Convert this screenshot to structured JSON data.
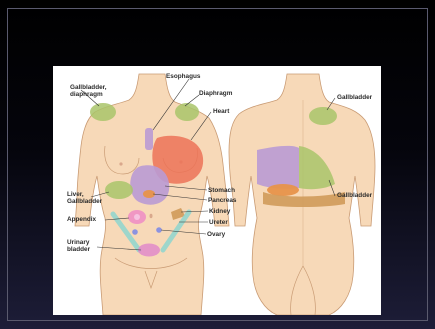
{
  "slide": {
    "figure": {
      "labels": {
        "esophagus": "Esophagus",
        "gallbladder_diaphragm_line1": "Gallbladder,",
        "gallbladder_diaphragm_line2": "diaphragm",
        "diaphragm": "Diaphragm",
        "heart": "Heart",
        "liver_gallbladder_line1": "Liver,",
        "liver_gallbladder_line2": "Gallbladder",
        "stomach": "Stomach",
        "pancreas": "Pancreas",
        "kidney": "Kidney",
        "appendix": "Appendix",
        "ureter": "Ureter",
        "ovary": "Ovary",
        "urinary_bladder_line1": "Urinary",
        "urinary_bladder_line2": "bladder",
        "gallbladder_back_upper": "Gallbladder",
        "gallbladder_back_lower": "Gallbladder"
      },
      "colors": {
        "skin": "#f7d9b8",
        "skin_outline": "#c99b74",
        "gallbladder_green": "#a9c46a",
        "heart_red": "#ec7257",
        "stomach_purple": "#b99ad4",
        "pancreas_orange": "#e7944a",
        "kidney_tan": "#cf9a5a",
        "appendix_pink": "#ee8fc4",
        "ureter_teal": "#8fd6cf",
        "ovary_blue": "#8c93e0",
        "bladder_pink": "#e189c9"
      }
    }
  }
}
